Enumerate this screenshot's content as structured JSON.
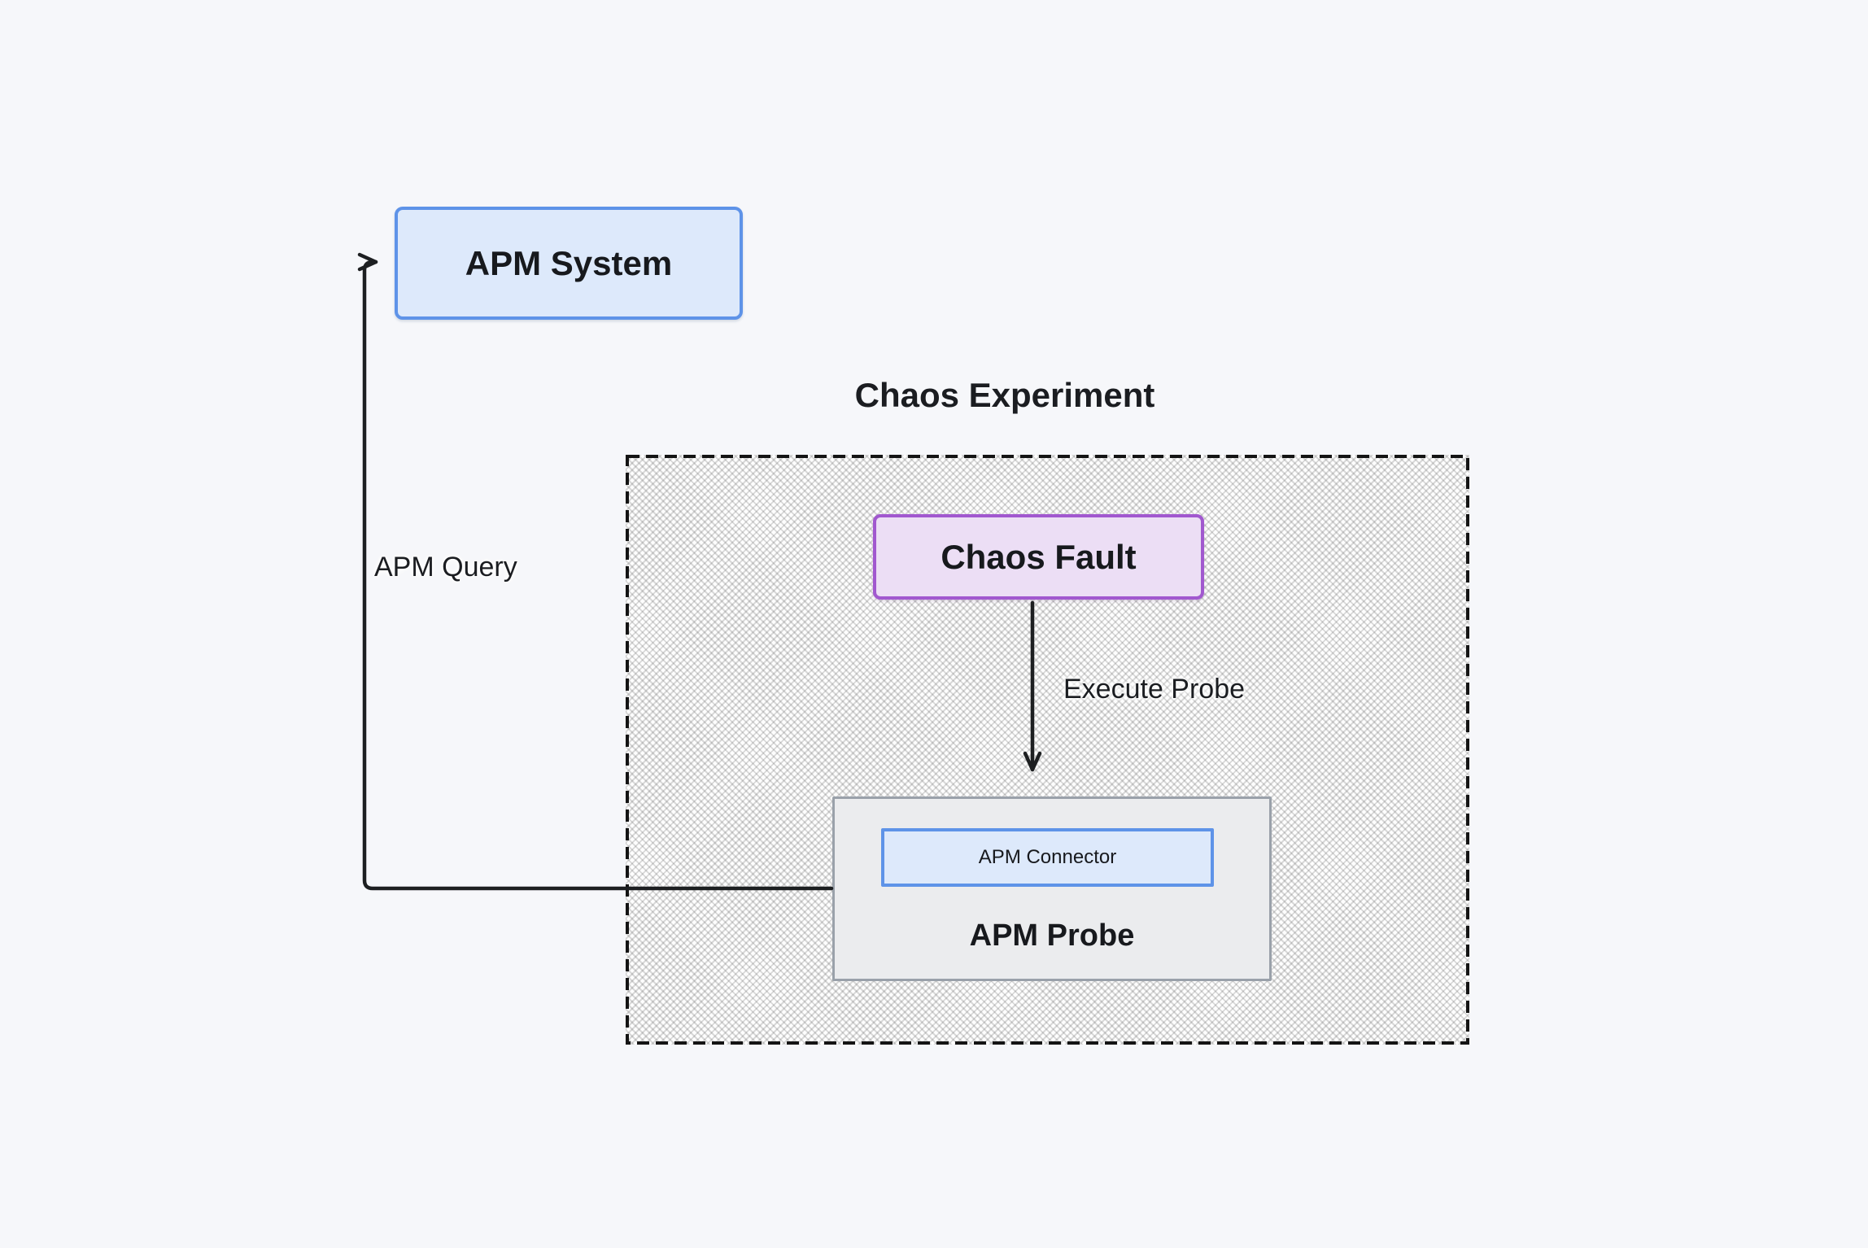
{
  "diagram": {
    "title": "Chaos Experiment",
    "nodes": {
      "apm_system": {
        "label": "APM System"
      },
      "chaos_fault": {
        "label": "Chaos Fault"
      },
      "apm_probe": {
        "label": "APM Probe"
      },
      "apm_connector": {
        "label": "APM Connector"
      }
    },
    "edges": {
      "execute_probe": {
        "label": "Execute Probe",
        "from": "chaos_fault",
        "to": "apm_probe"
      },
      "apm_query": {
        "label": "APM Query",
        "from": "apm_probe",
        "to": "apm_system"
      }
    },
    "colors": {
      "page_bg": "#f6f7fa",
      "blue_fill": "#dde9fb",
      "blue_border": "#5e93e8",
      "purple_fill": "#ecdef5",
      "purple_border": "#a158cf",
      "gray_fill": "#ebecee",
      "gray_border": "#9aa1aa",
      "line": "#1d1f21",
      "text": "#17191d",
      "dashed_border": "#141414"
    }
  }
}
